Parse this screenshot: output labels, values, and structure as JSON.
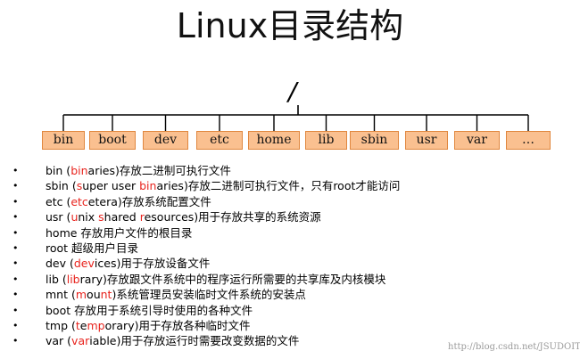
{
  "title": "Linux目录结构",
  "root": "/",
  "directories": [
    "bin",
    "boot",
    "dev",
    "etc",
    "home",
    "lib",
    "sbin",
    "usr",
    "var",
    "…"
  ],
  "colors": {
    "box_fill": "#fac090",
    "box_border": "#e0873f",
    "highlight": "#e8231d"
  },
  "descriptions": [
    {
      "bullet": "•",
      "parts": [
        {
          "t": "bin ("
        },
        {
          "t": "bin",
          "red": true
        },
        {
          "t": "aries)存放二进制可执行文件"
        }
      ]
    },
    {
      "bullet": "•",
      "parts": [
        {
          "t": "sbin ("
        },
        {
          "t": "s",
          "red": true
        },
        {
          "t": "uper user "
        },
        {
          "t": "bin",
          "red": true
        },
        {
          "t": "aries)存放二进制可执行文件，只有root才能访问"
        }
      ]
    },
    {
      "bullet": "•",
      "parts": [
        {
          "t": "etc ("
        },
        {
          "t": "etc",
          "red": true
        },
        {
          "t": "etera)存放系统配置文件"
        }
      ]
    },
    {
      "bullet": "•",
      "parts": [
        {
          "t": "usr ("
        },
        {
          "t": "u",
          "red": true
        },
        {
          "t": "nix "
        },
        {
          "t": "s",
          "red": true
        },
        {
          "t": "hared "
        },
        {
          "t": "r",
          "red": true
        },
        {
          "t": "esources)用于存放共享的系统资源"
        }
      ]
    },
    {
      "bullet": "•",
      "parts": [
        {
          "t": "home 存放用户文件的根目录"
        }
      ]
    },
    {
      "bullet": "•",
      "parts": [
        {
          "t": "root  超级用户目录"
        }
      ]
    },
    {
      "bullet": "•",
      "parts": [
        {
          "t": "dev ("
        },
        {
          "t": "dev",
          "red": true
        },
        {
          "t": "ices)用于存放设备文件"
        }
      ]
    },
    {
      "bullet": "•",
      "parts": [
        {
          "t": "lib ("
        },
        {
          "t": "lib",
          "red": true
        },
        {
          "t": "rary)存放跟文件系统中的程序运行所需要的共享库及内核模块"
        }
      ]
    },
    {
      "bullet": "•",
      "parts": [
        {
          "t": "mnt ("
        },
        {
          "t": "m",
          "red": true
        },
        {
          "t": "ou"
        },
        {
          "t": "nt",
          "red": true
        },
        {
          "t": ")系统管理员安装临时文件系统的安装点"
        }
      ]
    },
    {
      "bullet": "•",
      "parts": [
        {
          "t": "boot 存放用于系统引导时使用的各种文件"
        }
      ]
    },
    {
      "bullet": "•",
      "parts": [
        {
          "t": "tmp ("
        },
        {
          "t": "t",
          "red": true
        },
        {
          "t": "e"
        },
        {
          "t": "mp",
          "red": true
        },
        {
          "t": "orary)用于存放各种临时文件"
        }
      ]
    },
    {
      "bullet": "•",
      "parts": [
        {
          "t": "var ("
        },
        {
          "t": "var",
          "red": true
        },
        {
          "t": "iable)用于存放运行时需要改变数据的文件"
        }
      ]
    }
  ],
  "watermark": "http://blog.csdn.net/JSUDOIT"
}
